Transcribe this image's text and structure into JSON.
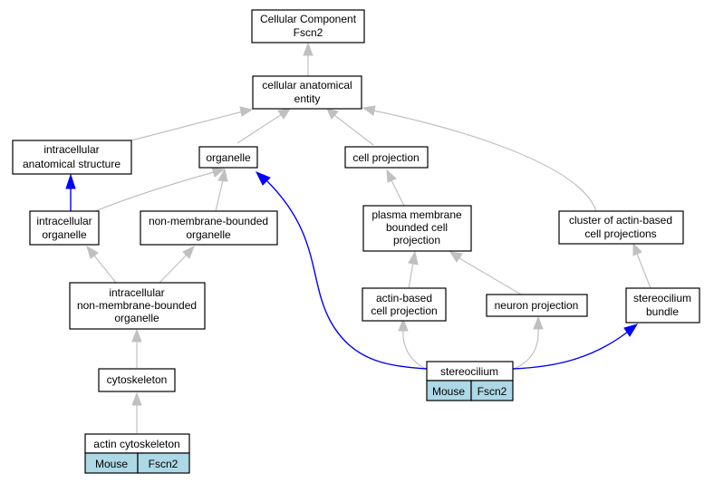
{
  "nodes": {
    "cellular_component": {
      "lines": [
        "Cellular Component",
        "Fscn2"
      ]
    },
    "cellular_anatomical_entity": {
      "lines": [
        "cellular anatomical",
        "entity"
      ]
    },
    "intracellular_anatomical_structure": {
      "lines": [
        "intracellular",
        "anatomical structure"
      ]
    },
    "organelle": {
      "lines": [
        "organelle"
      ]
    },
    "cell_projection": {
      "lines": [
        "cell projection"
      ]
    },
    "intracellular_organelle": {
      "lines": [
        "intracellular",
        "organelle"
      ]
    },
    "non_membrane_bounded_organelle": {
      "lines": [
        "non-membrane-bounded",
        "organelle"
      ]
    },
    "plasma_membrane_bounded_cell_projection": {
      "lines": [
        "plasma membrane",
        "bounded cell",
        "projection"
      ]
    },
    "cluster_of_actin_based_cell_projections": {
      "lines": [
        "cluster of actin-based",
        "cell projections"
      ]
    },
    "intracellular_non_membrane_bounded_organelle": {
      "lines": [
        "intracellular",
        "non-membrane-bounded",
        "organelle"
      ]
    },
    "actin_based_cell_projection": {
      "lines": [
        "actin-based",
        "cell projection"
      ]
    },
    "neuron_projection": {
      "lines": [
        "neuron projection"
      ]
    },
    "stereocilium_bundle": {
      "lines": [
        "stereocilium",
        "bundle"
      ]
    },
    "cytoskeleton": {
      "lines": [
        "cytoskeleton"
      ]
    },
    "stereocilium": {
      "lines": [
        "stereocilium"
      ],
      "tags": [
        "Mouse",
        "Fscn2"
      ]
    },
    "actin_cytoskeleton": {
      "lines": [
        "actin cytoskeleton"
      ],
      "tags": [
        "Mouse",
        "Fscn2"
      ]
    }
  },
  "colors": {
    "node_border": "#000000",
    "node_fill": "#ffffff",
    "tag_fill": "#add8e6",
    "edge_default": "#c0c0c0",
    "edge_highlight": "#0000ff"
  }
}
